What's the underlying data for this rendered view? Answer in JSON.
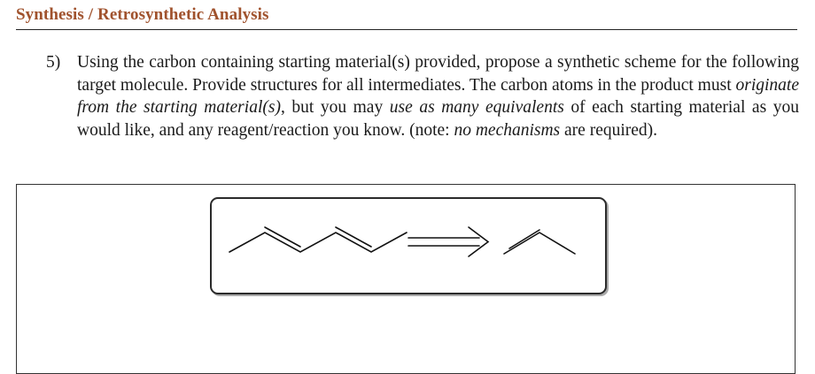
{
  "header": {
    "section_title": "Synthesis / Retrosynthetic Analysis"
  },
  "question": {
    "number": "5)",
    "part1": "Using the carbon containing starting material(s) provided, propose a synthetic scheme for the following target molecule. Provide structures for all intermediates. The carbon atoms in the product must ",
    "italic1": "originate from the starting material(s)",
    "part2": ", but you may ",
    "italic2": "use as many equivalents",
    "part3": " of each starting material as you would like, and any reagent/reaction you know. (note: ",
    "italic3": "no mechanisms",
    "part4": " are required)."
  },
  "scheme": {
    "target": "conjugated diene (target molecule)",
    "arrow": "retrosynthetic-arrow",
    "starting_material": "propene (starting material)"
  }
}
